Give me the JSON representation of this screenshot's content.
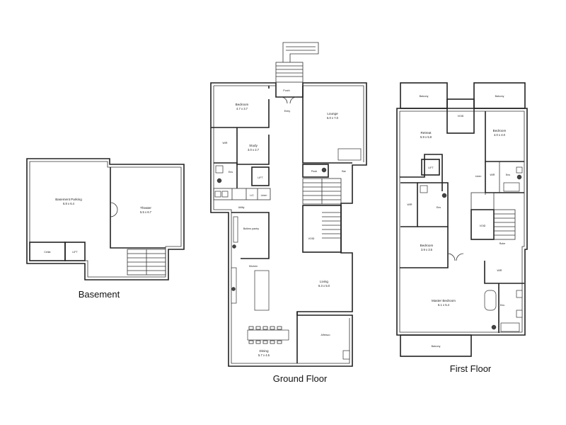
{
  "floors": {
    "basement": {
      "title": "Basement",
      "rooms": {
        "parking_name": "Basement Parking",
        "parking_dims": "6.8 x 6.4",
        "theater_name": "Theater",
        "theater_dims": "5.5 x 6.7",
        "cellar": "Cellar",
        "lift": "LIFT"
      }
    },
    "ground": {
      "title": "Ground Floor",
      "rooms": {
        "porch": "Porch",
        "entry": "Entry",
        "bedroom_name": "Bedroom",
        "bedroom_dims": "4.7 x 3.7",
        "lounge_name": "Lounge",
        "lounge_dims": "5.0 x 7.0",
        "study_name": "Study",
        "study_dims": "3.0 x 2.7",
        "wir": "WIR",
        "ens": "Ens",
        "lift": "LIFT",
        "lc": "L/C",
        "linen": "Linen",
        "powder": "Pwdr",
        "bar": "Bar",
        "utility": "Utility",
        "butlers": "Butlers pantry",
        "void": "VOID",
        "kitchen": "Kitchen",
        "living_name": "Living",
        "living_dims": "6.3 x 5.0",
        "alfresco": "Alfresco",
        "dining_name": "Dining",
        "dining_dims": "5.7 x 4.5"
      }
    },
    "first": {
      "title": "First Floor",
      "rooms": {
        "balcony_left": "Balcony",
        "balcony_right": "Balcony",
        "balcony_bottom": "Balcony",
        "void_top": "VOID",
        "void_mid": "VOID",
        "retreat_name": "Retreat",
        "retreat_dims": "5.9 x 5.8",
        "bed2_name": "Bedroom",
        "bed2_dims": "4.0 x 4.0",
        "lift": "LIFT",
        "wir_a": "WIR",
        "ens_a": "Ens",
        "wir_b": "WIR",
        "ens_b": "Ens",
        "linen": "Linen",
        "bed3_name": "Bedroom",
        "bed3_dims": "3.9 x 3.5",
        "master_name": "Master Bedroom",
        "master_dims": "6.1 x 5.4",
        "wir_m": "WIR",
        "ens_m": "Ens",
        "robe": "Robe"
      }
    }
  }
}
